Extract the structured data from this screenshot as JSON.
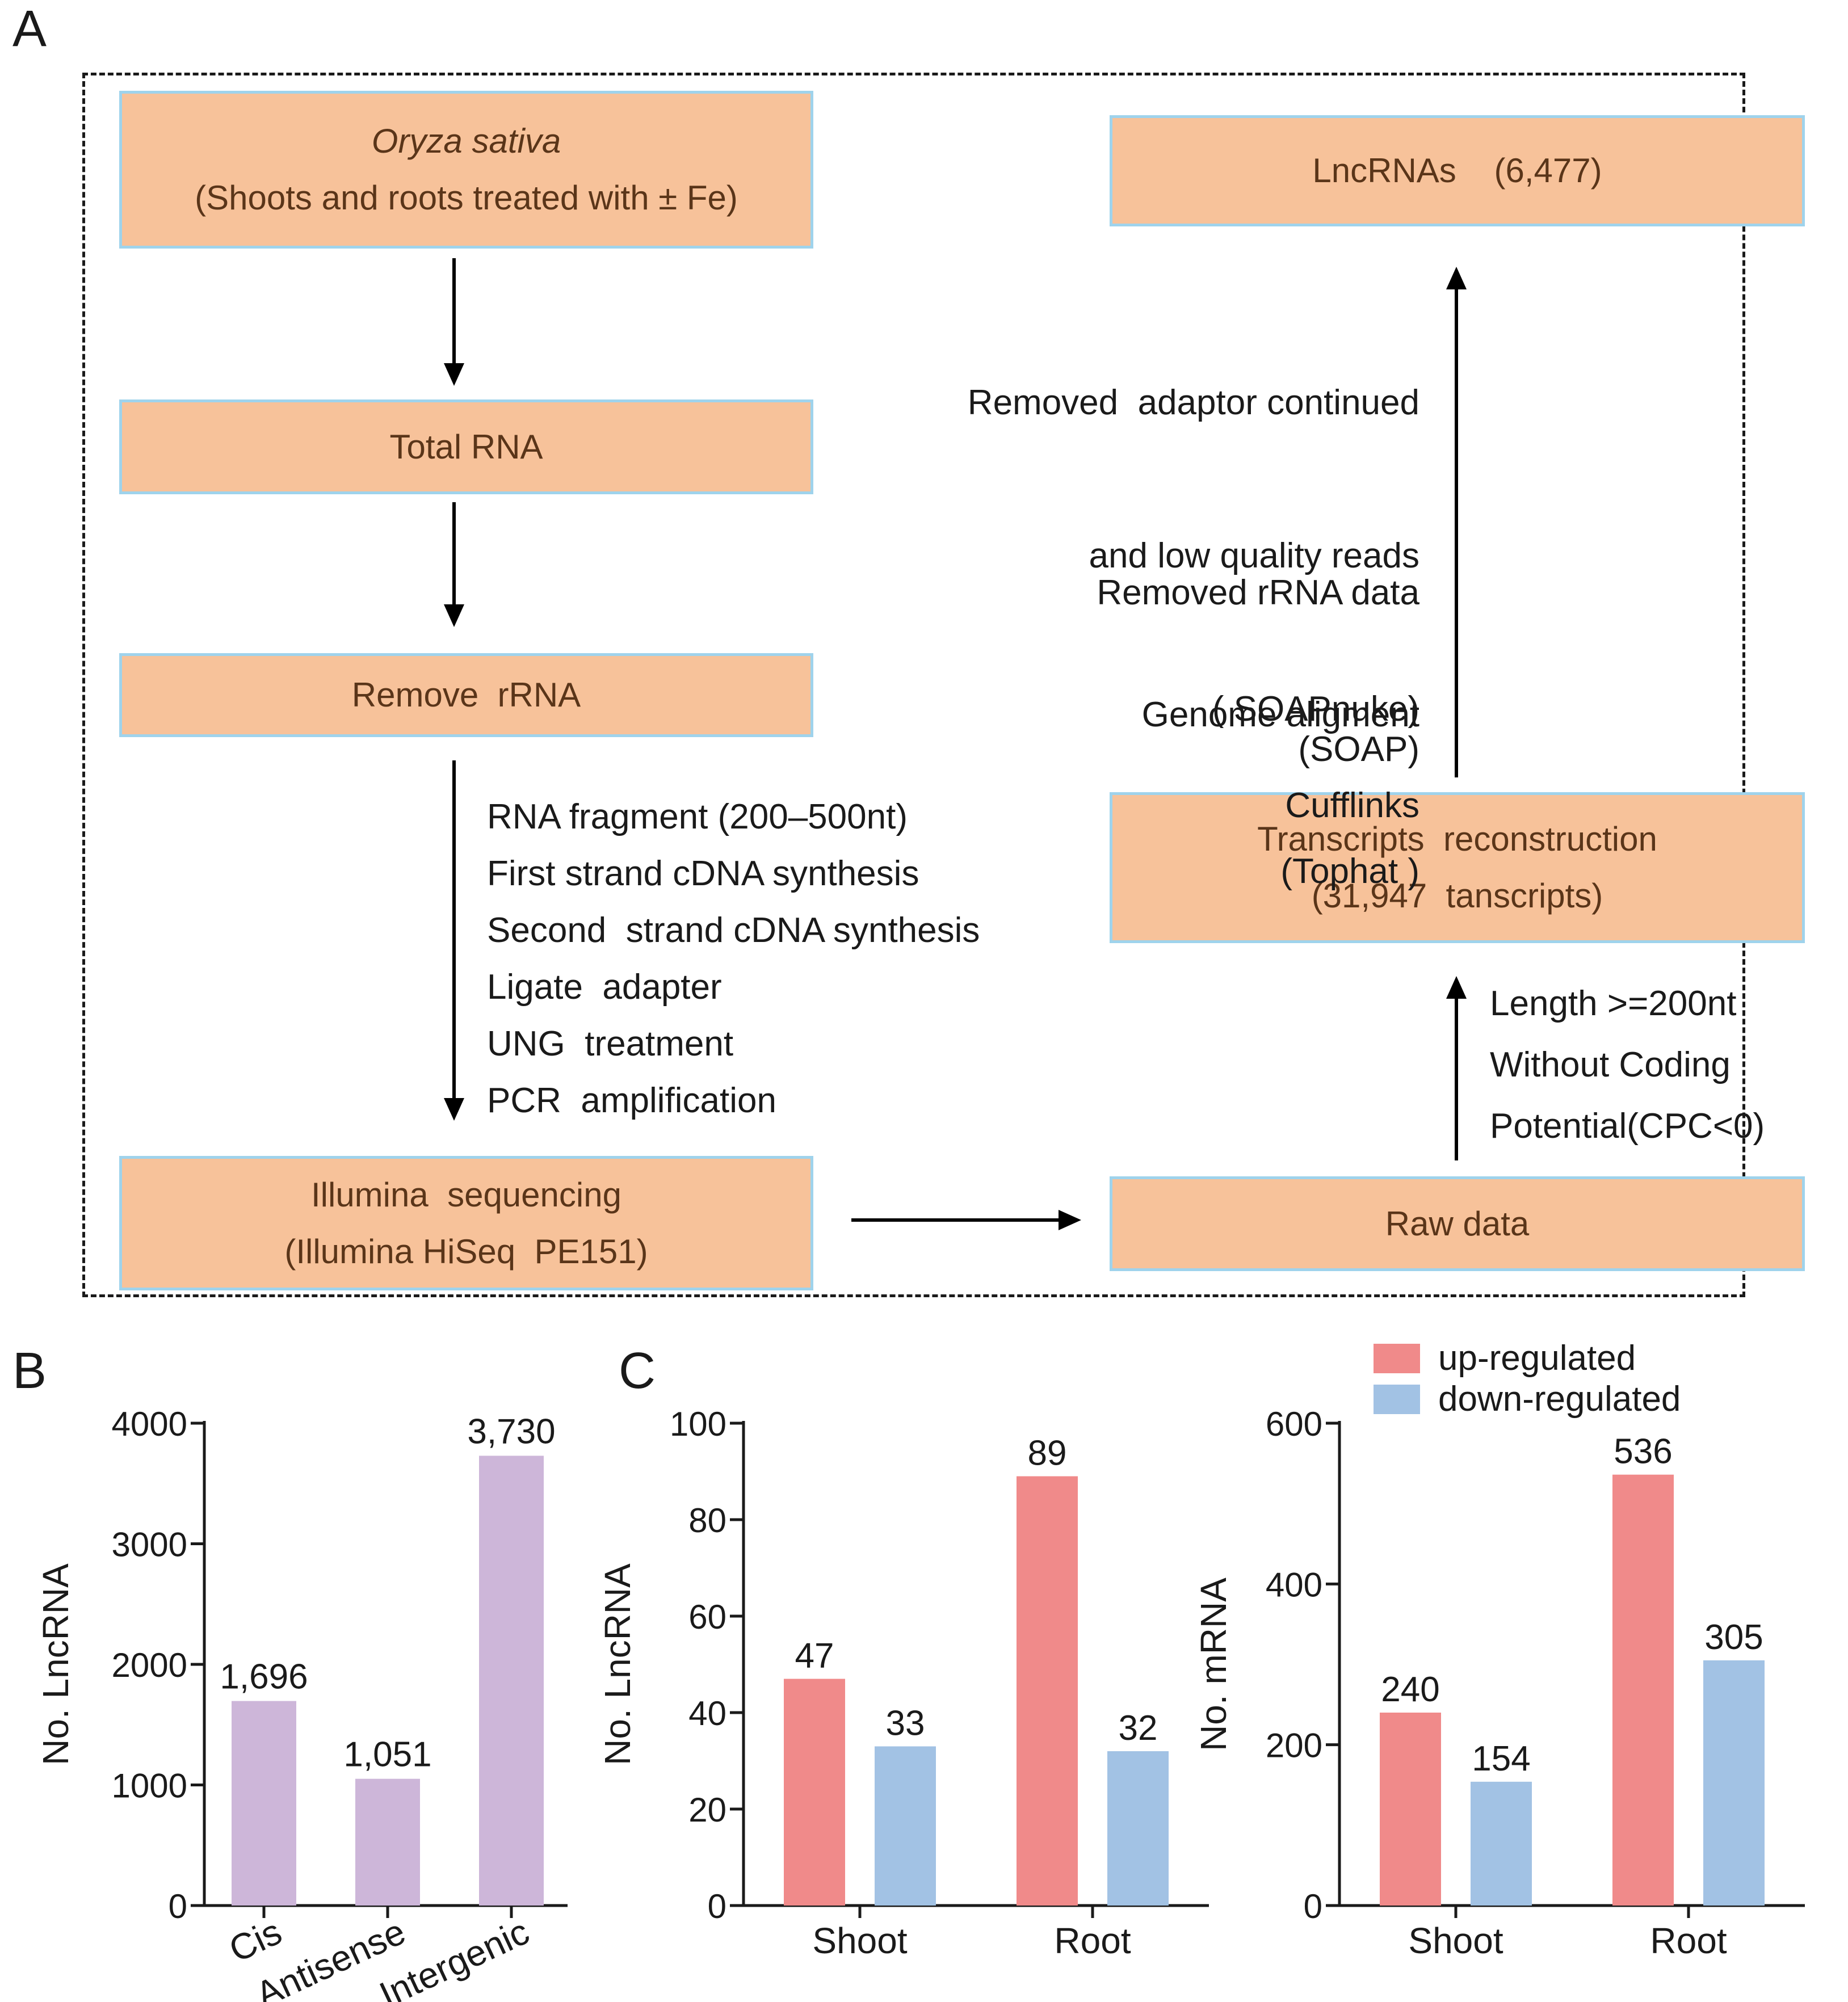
{
  "panels": {
    "a": "A",
    "b": "B",
    "c": "C"
  },
  "colors": {
    "box_fill": "#f7c29a",
    "box_border": "#9fd3ec",
    "box_text": "#5a3519",
    "bar_purple": "#cdb6d9",
    "up": "#f08a8a",
    "down": "#a2c2e4"
  },
  "flow": {
    "oryza_line1": "Oryza sativa",
    "oryza_line2": "(Shoots and roots treated with ± Fe)",
    "total_rna": "Total RNA",
    "remove_rrna": "Remove  rRNA",
    "library_steps": [
      "RNA fragment (200–500nt)",
      "First strand cDNA synthesis",
      "Second  strand cDNA synthesis",
      "Ligate  adapter",
      "UNG  treatment",
      "PCR  amplification"
    ],
    "illumina_line1": "Illumina  sequencing",
    "illumina_line2": "(Illumina HiSeq  PE151)",
    "raw_data": "Raw data",
    "filter_steps": [
      "Length >=200nt",
      "Without Coding",
      "Potential(CPC<0)"
    ],
    "transcripts_line1": "Transcripts  reconstruction",
    "transcripts_line2": "(31,947  tanscripts)",
    "cufflinks": "Cufflinks",
    "genome_line1": "Genome aligment",
    "genome_line2": "(Tophat )",
    "rrna_removed_line1": "Removed rRNA data",
    "rrna_removed_line2": "(SOAP)",
    "adaptor_line1": "Removed  adaptor continued",
    "adaptor_line2": "and low quality reads",
    "adaptor_line3": "( SOAPnuke)",
    "lncrnas": "LncRNAs    (6,477)"
  },
  "legend": {
    "up": "up-regulated",
    "down": "down-regulated"
  },
  "chart_data": [
    {
      "id": "B",
      "type": "bar",
      "categories": [
        "Cis",
        "Antisense",
        "Intergenic"
      ],
      "values": [
        1696,
        1051,
        3730
      ],
      "value_labels": [
        "1,696",
        "1,051",
        "3,730"
      ],
      "ylabel": "No. LncRNA",
      "ylim": [
        0,
        4000
      ],
      "yticks": [
        0,
        1000,
        2000,
        3000,
        4000
      ],
      "color": "#cdb6d9"
    },
    {
      "id": "C-lncRNA",
      "type": "bar",
      "categories": [
        "Shoot",
        "Root"
      ],
      "series": [
        {
          "name": "up-regulated",
          "values": [
            47,
            89
          ],
          "color": "#f08a8a"
        },
        {
          "name": "down-regulated",
          "values": [
            33,
            32
          ],
          "color": "#a2c2e4"
        }
      ],
      "ylabel": "No. LncRNA",
      "ylim": [
        0,
        100
      ],
      "yticks": [
        0,
        20,
        40,
        60,
        80,
        100
      ]
    },
    {
      "id": "C-mRNA",
      "type": "bar",
      "categories": [
        "Shoot",
        "Root"
      ],
      "series": [
        {
          "name": "up-regulated",
          "values": [
            240,
            536
          ],
          "color": "#f08a8a"
        },
        {
          "name": "down-regulated",
          "values": [
            154,
            305
          ],
          "color": "#a2c2e4"
        }
      ],
      "ylabel": "No. mRNA",
      "ylim": [
        0,
        600
      ],
      "yticks": [
        0,
        200,
        400,
        600
      ]
    }
  ]
}
